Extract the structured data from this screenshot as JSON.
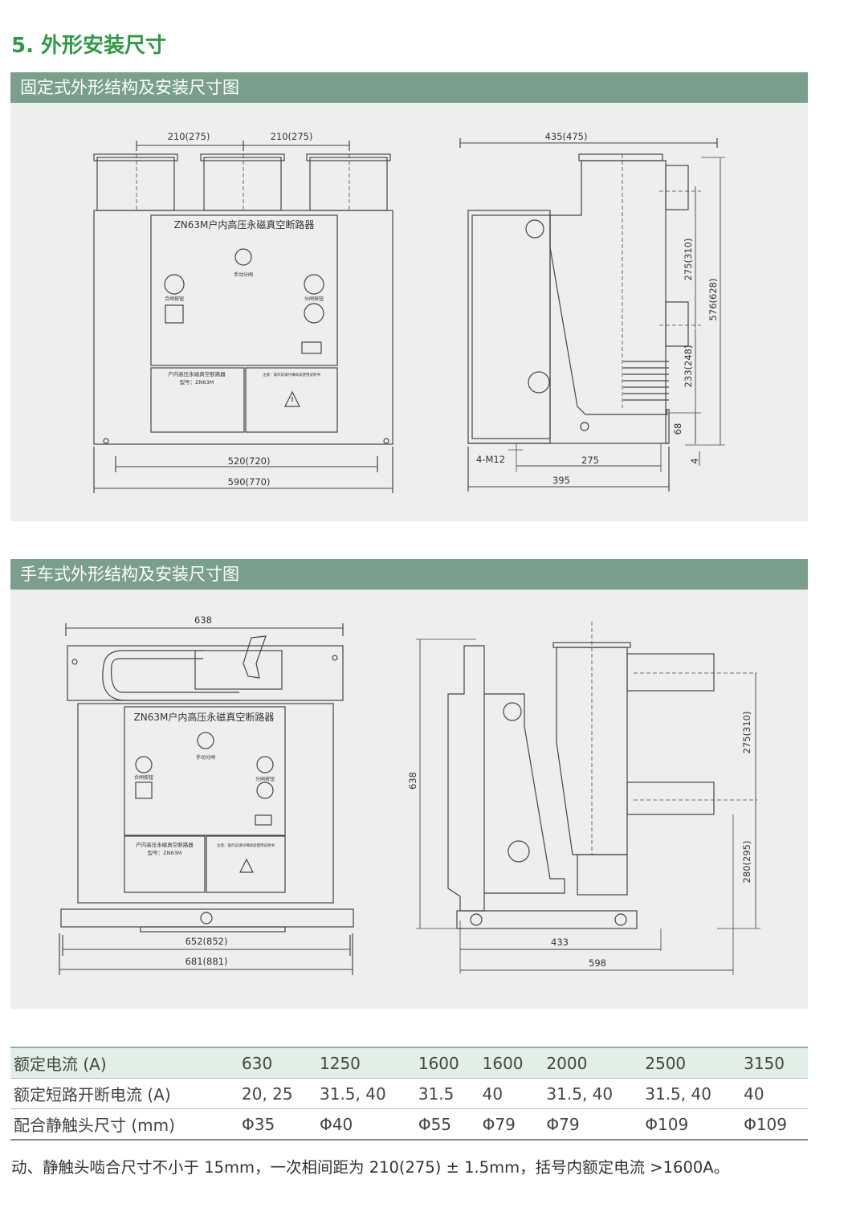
{
  "section": {
    "title": "5. 外形安装尺寸"
  },
  "fixed": {
    "header": "固定式外形结构及安装尺寸图",
    "front": {
      "dim_top_left": "210(275)",
      "dim_top_right": "210(275)",
      "nameplate": "ZN63M户内高压永磁真空断路器",
      "manual_open": "手动分闸",
      "close_button": "合闸按钮",
      "open_button": "分闸按钮",
      "plate_left_1": "户内高压永磁真空断路器",
      "plate_left_2": "型号：ZN63M",
      "plate_right": "注意：操作前请仔细阅读使用说明书",
      "dim_520": "520(720)",
      "dim_590": "590(770)"
    },
    "side": {
      "dim_435": "435(475)",
      "dim_275": "275(310)",
      "dim_576": "576(628)",
      "dim_233": "233(248)",
      "dim_68": "68",
      "dim_4": "4",
      "dim_m12": "4-M12",
      "dim_275b": "275",
      "dim_395": "395"
    }
  },
  "trolley": {
    "header": "手车式外形结构及安装尺寸图",
    "front": {
      "dim_638": "638",
      "nameplate": "ZN63M户内高压永磁真空断路器",
      "manual_open": "手动分闸",
      "close_button": "合闸按钮",
      "open_button": "分闸按钮",
      "plate_left_1": "户内高压永磁真空断路器",
      "plate_left_2": "型号：ZN63M",
      "plate_right": "注意：操作前请仔细阅读使用说明书",
      "dim_652": "652(852)",
      "dim_681": "681(881)"
    },
    "side": {
      "dim_638": "638",
      "dim_275": "275(310)",
      "dim_280": "280(295)",
      "dim_433": "433",
      "dim_598": "598"
    }
  },
  "table": {
    "rows": [
      [
        "额定电流 (A)",
        "630",
        "1250",
        "1600",
        "1600",
        "2000",
        "2500",
        "3150"
      ],
      [
        "额定短路开断电流 (A)",
        "20, 25",
        "31.5, 40",
        "31.5",
        "40",
        "31.5, 40",
        "31.5, 40",
        "40"
      ],
      [
        "配合静触头尺寸 (mm)",
        "Φ35",
        "Φ40",
        "Φ55",
        "Φ79",
        "Φ79",
        "Φ109",
        "Φ109"
      ]
    ]
  },
  "note": "动、静触头啮合尺寸不小于 15mm，一次相间距为 210(275) ± 1.5mm，括号内额定电流 >1600A。"
}
